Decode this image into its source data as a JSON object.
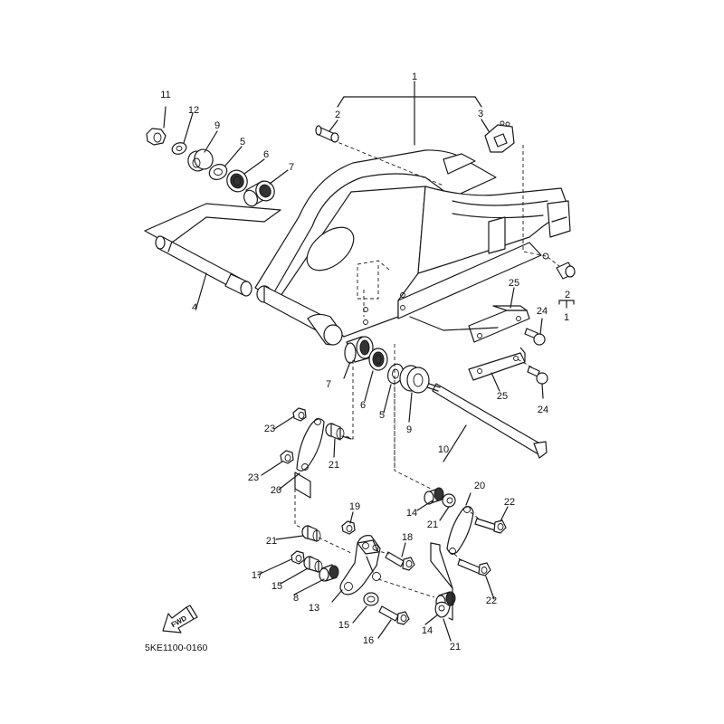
{
  "diagram": {
    "title": "Rear Arm (Swingarm) Exploded Parts Diagram",
    "drawing_code": "5KE1100-0160",
    "direction_marker": "FWD",
    "callouts": [
      {
        "id": "c1a",
        "number": "1"
      },
      {
        "id": "c2a",
        "number": "2"
      },
      {
        "id": "c3",
        "number": "3"
      },
      {
        "id": "c11",
        "number": "11"
      },
      {
        "id": "c12",
        "number": "12"
      },
      {
        "id": "c9a",
        "number": "9"
      },
      {
        "id": "c5a",
        "number": "5"
      },
      {
        "id": "c6a",
        "number": "6"
      },
      {
        "id": "c7a",
        "number": "7"
      },
      {
        "id": "c4",
        "number": "4"
      },
      {
        "id": "c2b",
        "number": "2"
      },
      {
        "id": "c1b",
        "number": "1"
      },
      {
        "id": "c25a",
        "number": "25"
      },
      {
        "id": "c24a",
        "number": "24"
      },
      {
        "id": "c25b",
        "number": "25"
      },
      {
        "id": "c24b",
        "number": "24"
      },
      {
        "id": "c7b",
        "number": "7"
      },
      {
        "id": "c6b",
        "number": "6"
      },
      {
        "id": "c5b",
        "number": "5"
      },
      {
        "id": "c9b",
        "number": "9"
      },
      {
        "id": "c10",
        "number": "10"
      },
      {
        "id": "c23a",
        "number": "23"
      },
      {
        "id": "c23b",
        "number": "23"
      },
      {
        "id": "c21a",
        "number": "21"
      },
      {
        "id": "c20a",
        "number": "20"
      },
      {
        "id": "c19",
        "number": "19"
      },
      {
        "id": "c14a",
        "number": "14"
      },
      {
        "id": "c21b",
        "number": "21"
      },
      {
        "id": "c20b",
        "number": "20"
      },
      {
        "id": "c22a",
        "number": "22"
      },
      {
        "id": "c21c",
        "number": "21"
      },
      {
        "id": "c18",
        "number": "18"
      },
      {
        "id": "c17",
        "number": "17"
      },
      {
        "id": "c15a",
        "number": "15"
      },
      {
        "id": "c8",
        "number": "8"
      },
      {
        "id": "c13",
        "number": "13"
      },
      {
        "id": "c22b",
        "number": "22"
      },
      {
        "id": "c15b",
        "number": "15"
      },
      {
        "id": "c16",
        "number": "16"
      },
      {
        "id": "c14b",
        "number": "14"
      },
      {
        "id": "c21d",
        "number": "21"
      }
    ]
  }
}
